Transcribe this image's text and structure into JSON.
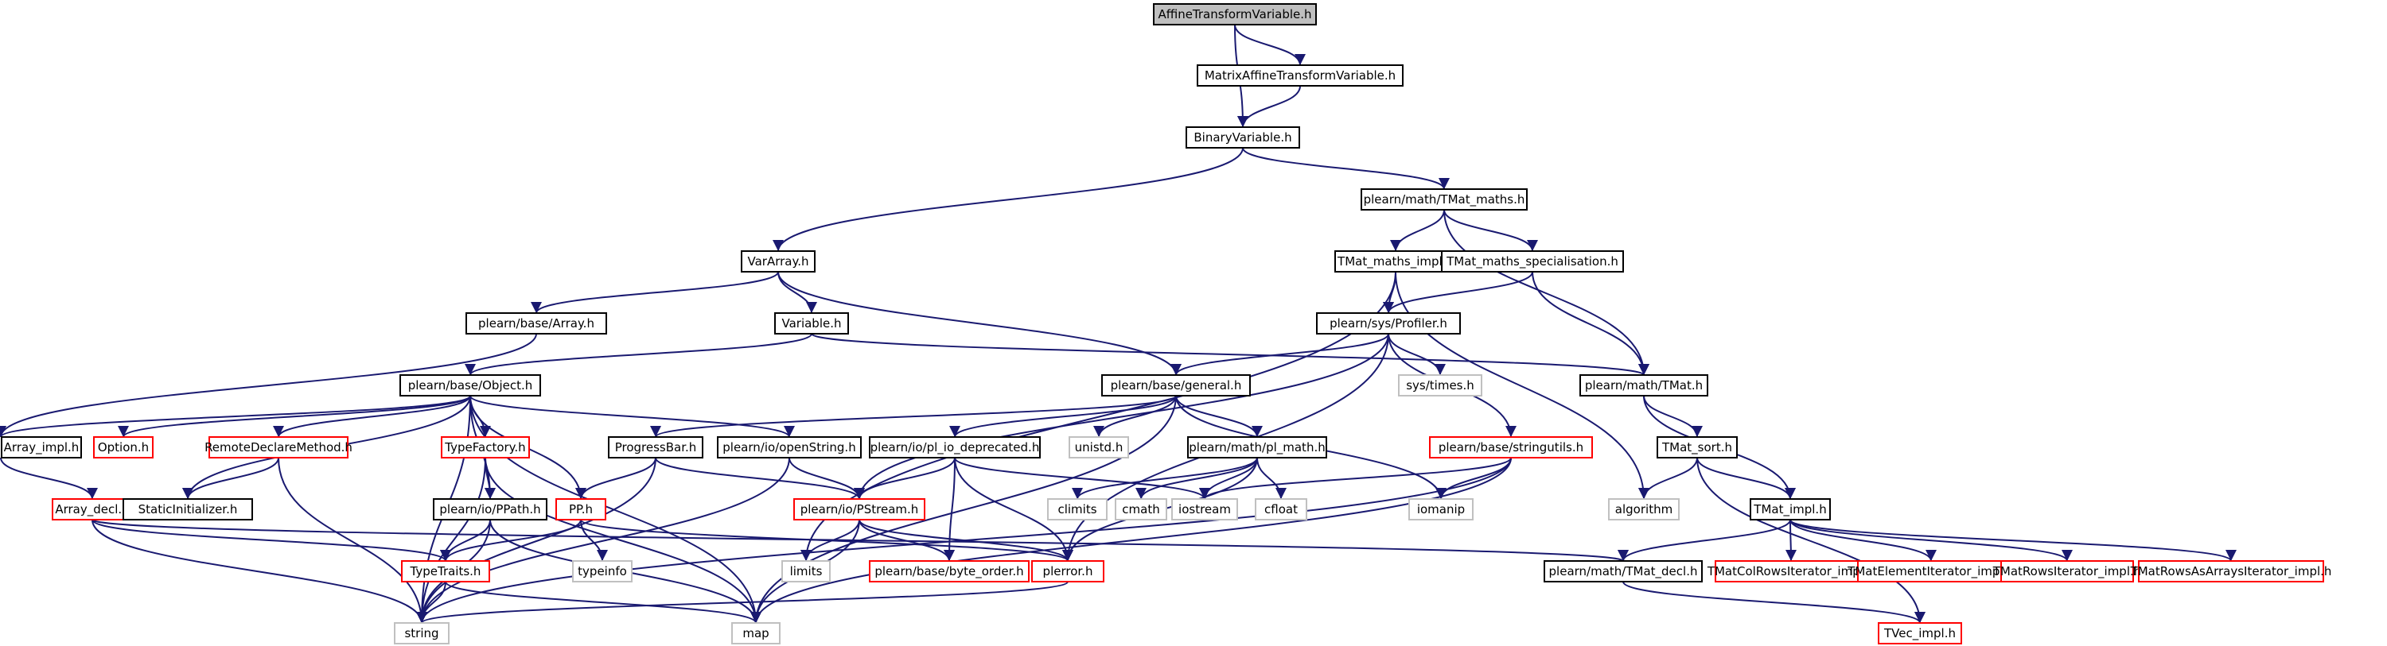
{
  "colors": {
    "edge": "#191970",
    "node_default": "#000000",
    "node_truncated": "#ff0000",
    "node_system": "#c0c0c0",
    "node_root_fill": "#bfbfbf",
    "background": "#ffffff"
  },
  "nodes": [
    {
      "id": "affine",
      "label": "AffineTransformVariable.h",
      "kind": "root"
    },
    {
      "id": "matrixaffine",
      "label": "MatrixAffineTransformVariable.h",
      "kind": "default"
    },
    {
      "id": "binary",
      "label": "BinaryVariable.h",
      "kind": "default"
    },
    {
      "id": "tmatmaths",
      "label": "plearn/math/TMat_maths.h",
      "kind": "default"
    },
    {
      "id": "vararray",
      "label": "VarArray.h",
      "kind": "default"
    },
    {
      "id": "tmatmathsimpl",
      "label": "TMat_maths_impl.h",
      "kind": "default"
    },
    {
      "id": "tmatmathsspec",
      "label": "TMat_maths_specialisation.h",
      "kind": "default"
    },
    {
      "id": "basearray",
      "label": "plearn/base/Array.h",
      "kind": "default"
    },
    {
      "id": "variable",
      "label": "Variable.h",
      "kind": "default"
    },
    {
      "id": "profiler",
      "label": "plearn/sys/Profiler.h",
      "kind": "default"
    },
    {
      "id": "object",
      "label": "plearn/base/Object.h",
      "kind": "default"
    },
    {
      "id": "general",
      "label": "plearn/base/general.h",
      "kind": "default"
    },
    {
      "id": "systimes",
      "label": "sys/times.h",
      "kind": "system"
    },
    {
      "id": "tmat",
      "label": "plearn/math/TMat.h",
      "kind": "default"
    },
    {
      "id": "arrayimpl",
      "label": "Array_impl.h",
      "kind": "default"
    },
    {
      "id": "option",
      "label": "Option.h",
      "kind": "truncated"
    },
    {
      "id": "remotedeclare",
      "label": "RemoteDeclareMethod.h",
      "kind": "truncated"
    },
    {
      "id": "typefactory",
      "label": "TypeFactory.h",
      "kind": "truncated"
    },
    {
      "id": "progressbar",
      "label": "ProgressBar.h",
      "kind": "default"
    },
    {
      "id": "openstring",
      "label": "plearn/io/openString.h",
      "kind": "default"
    },
    {
      "id": "pliodep",
      "label": "plearn/io/pl_io_deprecated.h",
      "kind": "default"
    },
    {
      "id": "unistd",
      "label": "unistd.h",
      "kind": "system"
    },
    {
      "id": "plmath",
      "label": "plearn/math/pl_math.h",
      "kind": "default"
    },
    {
      "id": "stringutils",
      "label": "plearn/base/stringutils.h",
      "kind": "truncated"
    },
    {
      "id": "tmatsort",
      "label": "TMat_sort.h",
      "kind": "default"
    },
    {
      "id": "arraydecl",
      "label": "Array_decl.h",
      "kind": "truncated"
    },
    {
      "id": "staticinit",
      "label": "StaticInitializer.h",
      "kind": "default"
    },
    {
      "id": "ppath",
      "label": "plearn/io/PPath.h",
      "kind": "default"
    },
    {
      "id": "pph",
      "label": "PP.h",
      "kind": "truncated"
    },
    {
      "id": "pstream",
      "label": "plearn/io/PStream.h",
      "kind": "truncated"
    },
    {
      "id": "climits",
      "label": "climits",
      "kind": "system"
    },
    {
      "id": "cmath",
      "label": "cmath",
      "kind": "system"
    },
    {
      "id": "iostream",
      "label": "iostream",
      "kind": "system"
    },
    {
      "id": "cfloat",
      "label": "cfloat",
      "kind": "system"
    },
    {
      "id": "iomanip",
      "label": "iomanip",
      "kind": "system"
    },
    {
      "id": "algorithm",
      "label": "algorithm",
      "kind": "system"
    },
    {
      "id": "tmatimpl",
      "label": "TMat_impl.h",
      "kind": "default"
    },
    {
      "id": "typeinfo",
      "label": "typeinfo",
      "kind": "system"
    },
    {
      "id": "typetraits",
      "label": "TypeTraits.h",
      "kind": "truncated"
    },
    {
      "id": "limits",
      "label": "limits",
      "kind": "system"
    },
    {
      "id": "byteorder",
      "label": "plearn/base/byte_order.h",
      "kind": "truncated"
    },
    {
      "id": "plerror",
      "label": "plerror.h",
      "kind": "truncated"
    },
    {
      "id": "tmatdecl",
      "label": "plearn/math/TMat_decl.h",
      "kind": "default"
    },
    {
      "id": "colrows",
      "label": "TMatColRowsIterator_impl.h",
      "kind": "truncated"
    },
    {
      "id": "elemiter",
      "label": "TMatElementIterator_impl.h",
      "kind": "truncated"
    },
    {
      "id": "rowsiter",
      "label": "TMatRowsIterator_impl.h",
      "kind": "truncated"
    },
    {
      "id": "rowsasarrays",
      "label": "TMatRowsAsArraysIterator_impl.h",
      "kind": "truncated"
    },
    {
      "id": "string",
      "label": "string",
      "kind": "system"
    },
    {
      "id": "map",
      "label": "map",
      "kind": "system"
    },
    {
      "id": "tvecimpl",
      "label": "TVec_impl.h",
      "kind": "truncated"
    }
  ],
  "edges": [
    [
      "affine",
      "matrixaffine"
    ],
    [
      "affine",
      "binary"
    ],
    [
      "matrixaffine",
      "binary"
    ],
    [
      "binary",
      "vararray"
    ],
    [
      "binary",
      "tmatmaths"
    ],
    [
      "tmatmaths",
      "tmatmathsimpl"
    ],
    [
      "tmatmaths",
      "tmatmathsspec"
    ],
    [
      "tmatmaths",
      "tmat"
    ],
    [
      "tmatmathsimpl",
      "profiler"
    ],
    [
      "tmatmathsimpl",
      "limits"
    ],
    [
      "tmatmathsimpl",
      "algorithm"
    ],
    [
      "tmatmathsspec",
      "profiler"
    ],
    [
      "tmatmathsspec",
      "tmat"
    ],
    [
      "vararray",
      "basearray"
    ],
    [
      "vararray",
      "variable"
    ],
    [
      "vararray",
      "general"
    ],
    [
      "basearray",
      "arrayimpl"
    ],
    [
      "variable",
      "object"
    ],
    [
      "variable",
      "tmat"
    ],
    [
      "profiler",
      "general"
    ],
    [
      "profiler",
      "systimes"
    ],
    [
      "profiler",
      "stringutils"
    ],
    [
      "profiler",
      "pstream"
    ],
    [
      "profiler",
      "plerror"
    ],
    [
      "object",
      "arrayimpl"
    ],
    [
      "object",
      "option"
    ],
    [
      "object",
      "remotedeclare"
    ],
    [
      "object",
      "staticinit"
    ],
    [
      "object",
      "typefactory"
    ],
    [
      "object",
      "ppath"
    ],
    [
      "object",
      "pph"
    ],
    [
      "object",
      "openstring"
    ],
    [
      "object",
      "string"
    ],
    [
      "object",
      "map"
    ],
    [
      "general",
      "progressbar"
    ],
    [
      "general",
      "pliodep"
    ],
    [
      "general",
      "unistd"
    ],
    [
      "general",
      "plmath"
    ],
    [
      "general",
      "iomanip"
    ],
    [
      "general",
      "map"
    ],
    [
      "tmat",
      "tmatsort"
    ],
    [
      "tmat",
      "tmatimpl"
    ],
    [
      "arrayimpl",
      "arraydecl"
    ],
    [
      "arraydecl",
      "tmatdecl"
    ],
    [
      "arraydecl",
      "typetraits"
    ],
    [
      "arraydecl",
      "string"
    ],
    [
      "remotedeclare",
      "staticinit"
    ],
    [
      "remotedeclare",
      "string"
    ],
    [
      "typefactory",
      "ppath"
    ],
    [
      "typefactory",
      "string"
    ],
    [
      "typefactory",
      "map"
    ],
    [
      "progressbar",
      "pph"
    ],
    [
      "progressbar",
      "pstream"
    ],
    [
      "progressbar",
      "string"
    ],
    [
      "openstring",
      "pstream"
    ],
    [
      "openstring",
      "string"
    ],
    [
      "pliodep",
      "pstream"
    ],
    [
      "pliodep",
      "byteorder"
    ],
    [
      "pliodep",
      "plerror"
    ],
    [
      "pliodep",
      "iostream"
    ],
    [
      "plmath",
      "climits"
    ],
    [
      "plmath",
      "cmath"
    ],
    [
      "plmath",
      "iostream"
    ],
    [
      "plmath",
      "cfloat"
    ],
    [
      "plmath",
      "plerror"
    ],
    [
      "stringutils",
      "iostream"
    ],
    [
      "stringutils",
      "iomanip"
    ],
    [
      "stringutils",
      "string"
    ],
    [
      "stringutils",
      "map"
    ],
    [
      "tmatsort",
      "algorithm"
    ],
    [
      "tmatsort",
      "tmatimpl"
    ],
    [
      "tmatsort",
      "tvecimpl"
    ],
    [
      "ppath",
      "typetraits"
    ],
    [
      "ppath",
      "string"
    ],
    [
      "ppath",
      "map"
    ],
    [
      "pph",
      "typeinfo"
    ],
    [
      "pph",
      "typetraits"
    ],
    [
      "pph",
      "plerror"
    ],
    [
      "pstream",
      "limits"
    ],
    [
      "pstream",
      "byteorder"
    ],
    [
      "pstream",
      "plerror"
    ],
    [
      "pstream",
      "map"
    ],
    [
      "tmatimpl",
      "tmatdecl"
    ],
    [
      "tmatimpl",
      "colrows"
    ],
    [
      "tmatimpl",
      "elemiter"
    ],
    [
      "tmatimpl",
      "rowsiter"
    ],
    [
      "tmatimpl",
      "rowsasarrays"
    ],
    [
      "typetraits",
      "string"
    ],
    [
      "typetraits",
      "map"
    ],
    [
      "plerror",
      "string"
    ],
    [
      "tmatdecl",
      "tvecimpl"
    ]
  ]
}
